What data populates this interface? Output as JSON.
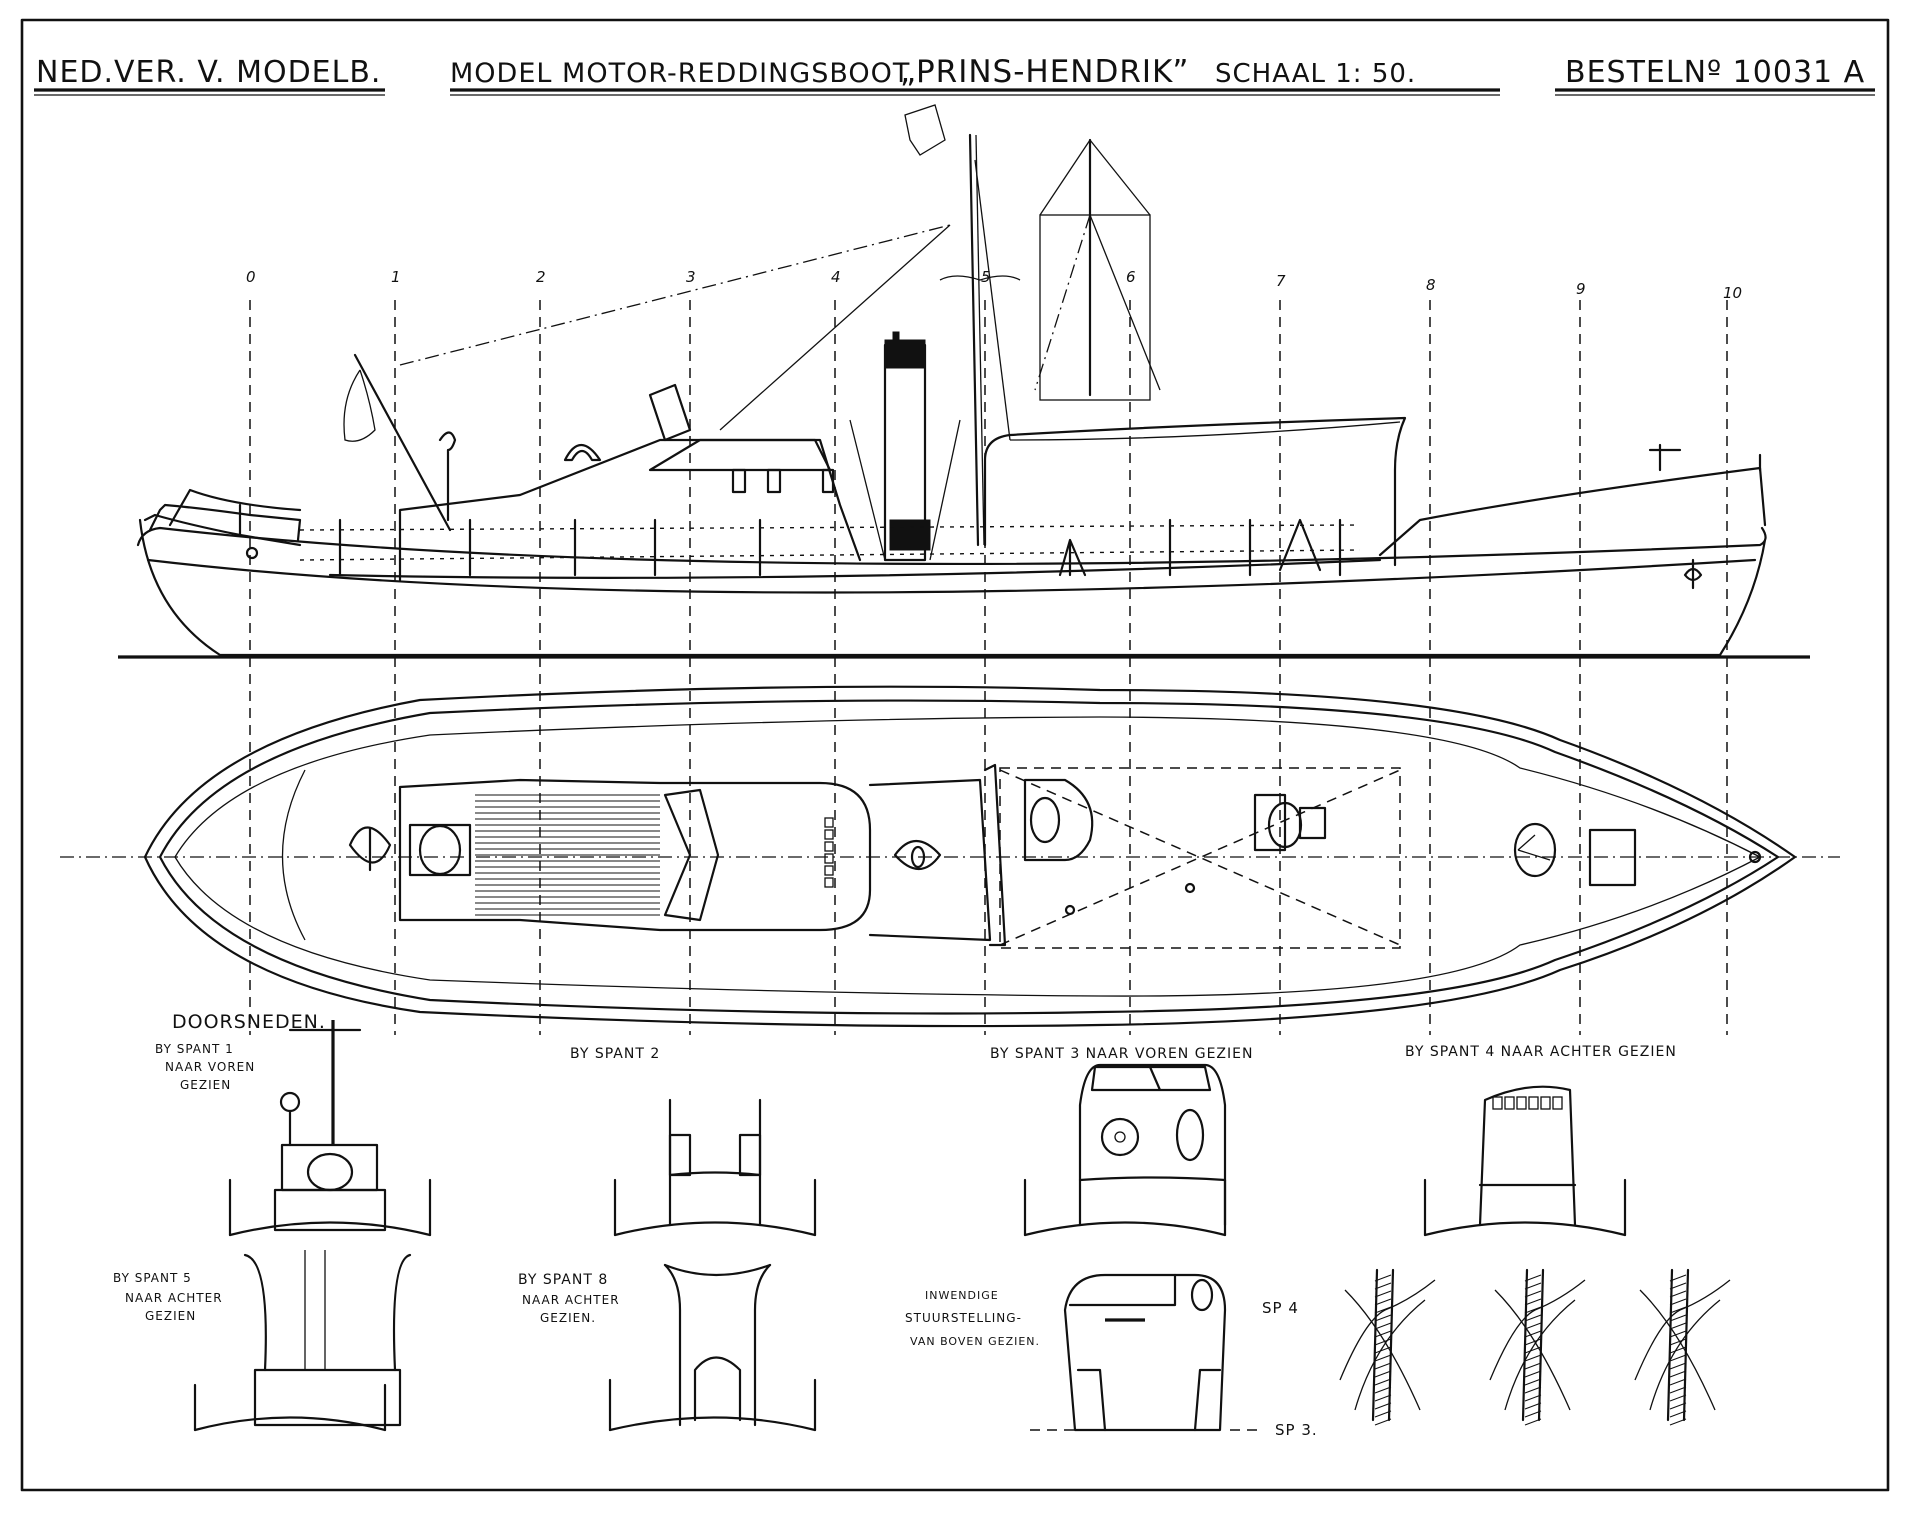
{
  "titleblock": {
    "society": "NED.VER. V. MODELB.",
    "model_title": "MODEL MOTOR-REDDINGSBOOT",
    "ship_name": "„PRINS-HENDRIK”",
    "scale": "SCHAAL 1: 50.",
    "order_number": "BESTELNº 10031 A"
  },
  "profile_view": {
    "stations": [
      "0",
      "1",
      "2",
      "3",
      "4",
      "5",
      "6",
      "7",
      "8",
      "9",
      "10"
    ]
  },
  "sections": {
    "heading": "DOORSNEDEN.",
    "spant1": [
      "BY SPANT 1",
      "NAAR VOREN",
      "GEZIEN"
    ],
    "spant2": "BY SPANT 2",
    "spant3": "BY SPANT 3  NAAR VOREN GEZIEN",
    "spant4": "BY SPANT 4  NAAR ACHTER GEZIEN",
    "spant5": [
      "BY SPANT 5",
      "NAAR ACHTER",
      "GEZIEN"
    ],
    "spant8": [
      "BY SPANT 8",
      "NAAR ACHTER",
      "GEZIEN."
    ],
    "steering": [
      "INWENDIGE",
      "STUURSTELLING-",
      "VAN BOVEN GEZIEN."
    ],
    "sp4": "SP 4",
    "sp3": "SP 3."
  },
  "splice_details": {
    "count": 3,
    "items": [
      "splice-step-1",
      "splice-step-2",
      "splice-step-3"
    ]
  }
}
